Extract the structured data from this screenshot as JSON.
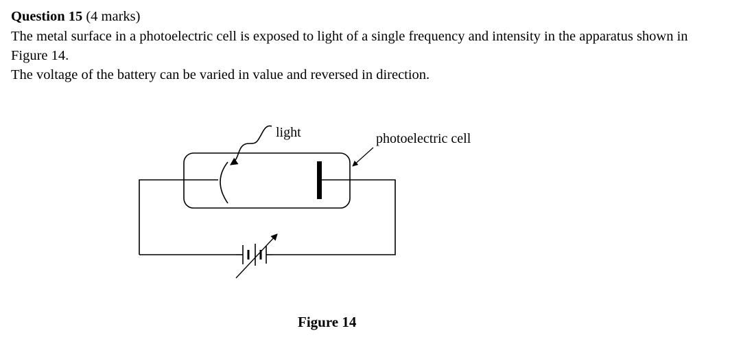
{
  "question": {
    "number": "Question 15",
    "marks": "(4 marks)",
    "paragraphs": [
      "The metal surface in a photoelectric cell is exposed to light of a single frequency and intensity in the apparatus shown in Figure 14.",
      "The voltage of the battery can be varied in value and reversed in direction."
    ]
  },
  "figure": {
    "label_light": "light",
    "label_cell": "photoelectric cell",
    "caption": "Figure 14"
  }
}
